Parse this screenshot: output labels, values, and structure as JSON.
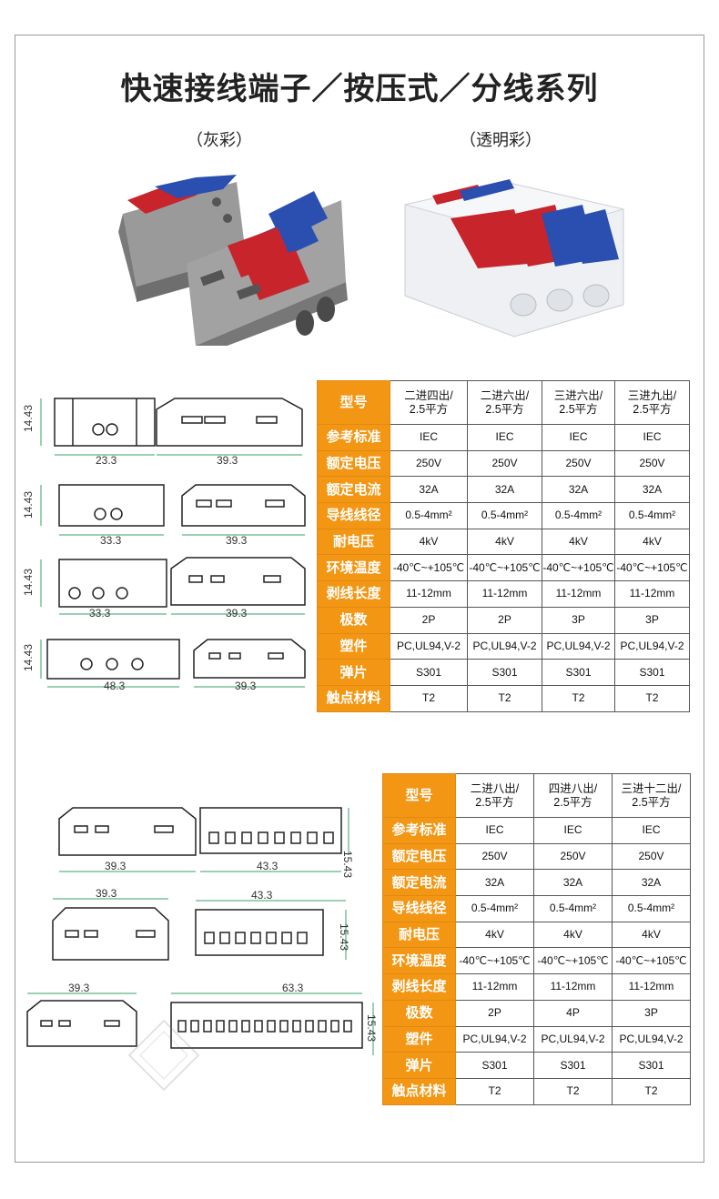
{
  "title": "快速接线端子／按压式／分线系列",
  "variants": {
    "gray": "（灰彩）",
    "clear": "（透明彩）"
  },
  "row_labels": [
    "型号",
    "参考标准",
    "额定电压",
    "额定电流",
    "导线线径",
    "耐电压",
    "环境温度",
    "剥线长度",
    "极数",
    "塑件",
    "弹片",
    "触点材料"
  ],
  "table1": {
    "headers": [
      "二进四出/\n2.5平方",
      "二进六出/\n2.5平方",
      "三进六出/\n2.5平方",
      "三进九出/\n2.5平方"
    ],
    "rows": [
      [
        "IEC",
        "IEC",
        "IEC",
        "IEC"
      ],
      [
        "250V",
        "250V",
        "250V",
        "250V"
      ],
      [
        "32A",
        "32A",
        "32A",
        "32A"
      ],
      [
        "0.5-4mm²",
        "0.5-4mm²",
        "0.5-4mm²",
        "0.5-4mm²"
      ],
      [
        "4kV",
        "4kV",
        "4kV",
        "4kV"
      ],
      [
        "-40℃~+105℃",
        "-40℃~+105℃",
        "-40℃~+105℃",
        "-40℃~+105℃"
      ],
      [
        "11-12mm",
        "11-12mm",
        "11-12mm",
        "11-12mm"
      ],
      [
        "2P",
        "2P",
        "3P",
        "3P"
      ],
      [
        "PC,UL94,V-2",
        "PC,UL94,V-2",
        "PC,UL94,V-2",
        "PC,UL94,V-2"
      ],
      [
        "S301",
        "S301",
        "S301",
        "S301"
      ],
      [
        "T2",
        "T2",
        "T2",
        "T2"
      ]
    ]
  },
  "table2": {
    "headers": [
      "二进八出/\n2.5平方",
      "四进八出/\n2.5平方",
      "三进十二出/\n2.5平方"
    ],
    "rows": [
      [
        "IEC",
        "IEC",
        "IEC"
      ],
      [
        "250V",
        "250V",
        "250V"
      ],
      [
        "32A",
        "32A",
        "32A"
      ],
      [
        "0.5-4mm²",
        "0.5-4mm²",
        "0.5-4mm²"
      ],
      [
        "4kV",
        "4kV",
        "4kV"
      ],
      [
        "-40℃~+105℃",
        "-40℃~+105℃",
        "-40℃~+105℃"
      ],
      [
        "11-12mm",
        "11-12mm",
        "11-12mm"
      ],
      [
        "2P",
        "4P",
        "3P"
      ],
      [
        "PC,UL94,V-2",
        "PC,UL94,V-2",
        "PC,UL94,V-2"
      ],
      [
        "S301",
        "S301",
        "S301"
      ],
      [
        "T2",
        "T2",
        "T2"
      ]
    ]
  },
  "dims": {
    "height": "14.43",
    "height2": "15.43",
    "w1": "23.3",
    "w2": "33.3",
    "w3": "48.3",
    "side": "39.3",
    "top2": "43.3",
    "top3": "63.3"
  },
  "colors": {
    "label_bg": "#f29613",
    "red_lever": "#c8242c",
    "blue_lever": "#2a4fb0",
    "body_gray": "#8a8a8a"
  }
}
